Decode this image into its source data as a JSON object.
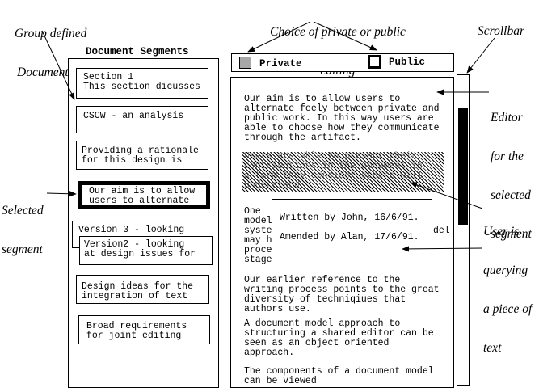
{
  "annotations": {
    "group_model": [
      "Group defined",
      "Document  model"
    ],
    "choice": [
      "Choice of private or public",
      "editing"
    ],
    "scrollbar": "Scrollbar",
    "editor": [
      "Editor",
      "for the",
      "selected",
      "segment"
    ],
    "selected_segment": [
      "Selected",
      "segment"
    ],
    "querying": [
      "User is",
      "querying",
      "a piece of",
      "text"
    ]
  },
  "segments_panel": {
    "title": "Document Segments",
    "items": [
      "Section 1\nThis section dicusses",
      "CSCW - an analysis",
      "Providing a rationale\nfor this design is",
      "Our aim is to allow\nusers to alternate",
      "Version 3 - looking",
      "Version2 - looking\nat design issues for",
      "Design ideas for the\nintegration of text",
      "Broad requirements\nfor joint editing"
    ]
  },
  "mode": {
    "private_label": "Private",
    "public_label": "Public",
    "private_color": "#a8a8a8",
    "selected": "Public"
  },
  "editor": {
    "para1": "Our aim is to allow users to\nalternate feely between private and\npublic work. In this way users are\nable to choose how they communicate\nthrough the artifact.",
    "para2_highlighted": "Users are able to present their\ncontributions in the document in\na form they consider others will\nunderstand",
    "para3_left": "One\nmodel\nsyste\nmay h\nproce\nstage",
    "para3_right_fragment": "del",
    "para4": "Our earlier reference to the\nwriting process points to the great\ndiversity of techniqiues that\nauthors use.",
    "para5": "A document model approach to\nstructuring a shared editor can be\nseen as an object oriented\napproach.",
    "para6": "The components of a document model\ncan be viewed"
  },
  "query_popup": {
    "line1": "Written by John, 16/6/91.",
    "line2": "Amended by Alan, 17/6/91."
  }
}
